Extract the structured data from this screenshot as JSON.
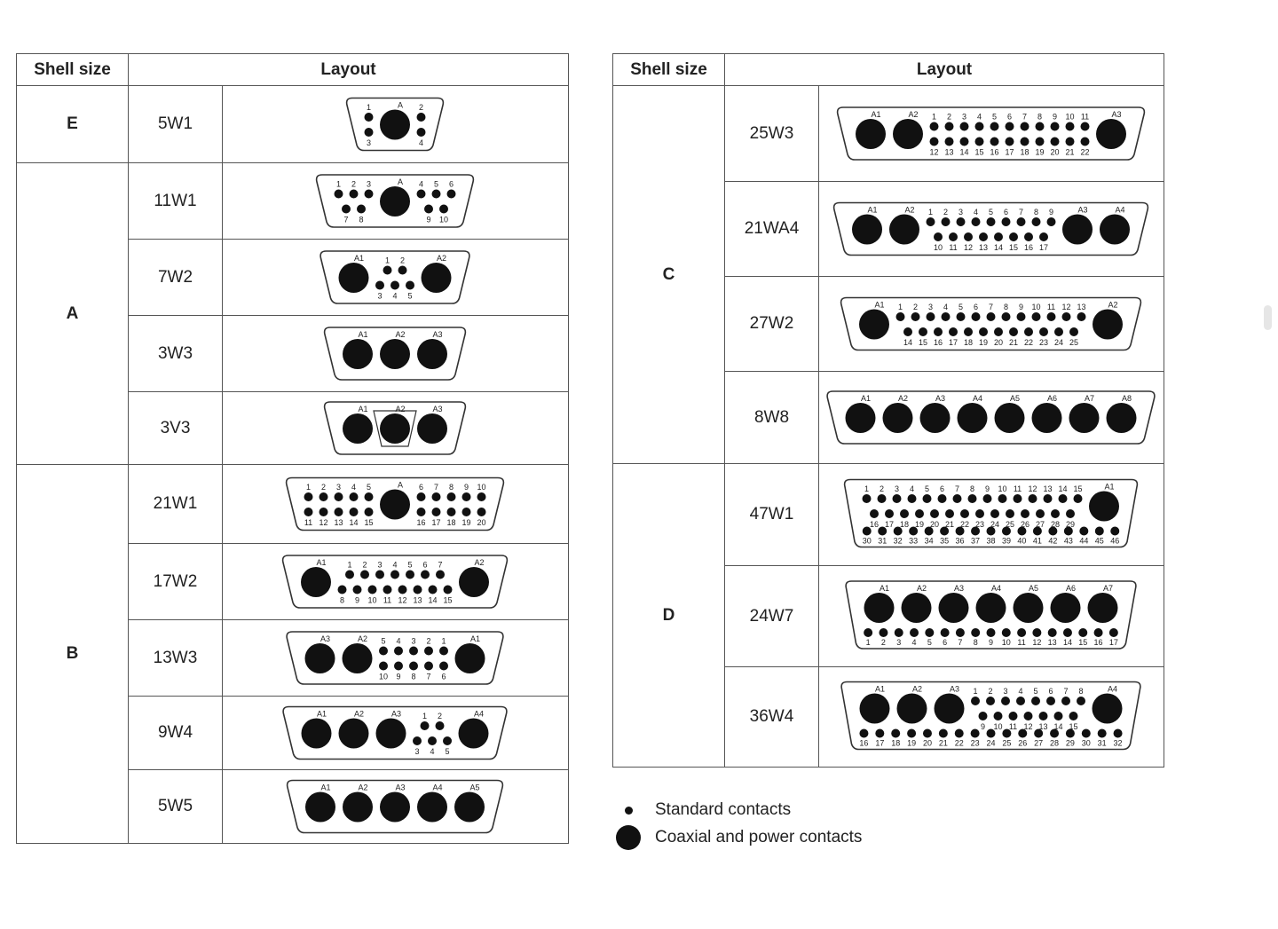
{
  "left_table": {
    "headers": [
      "Shell size",
      "Layout"
    ],
    "groups": [
      {
        "shell": "E",
        "layouts": [
          {
            "name": "5W1",
            "segments": [
              {
                "pins": [
                  [
                    "1"
                  ],
                  [
                    "3"
                  ]
                ]
              },
              {
                "coax": "A"
              },
              {
                "pins": [
                  [
                    "2"
                  ],
                  [
                    "4"
                  ]
                ]
              }
            ]
          }
        ]
      },
      {
        "shell": "A",
        "layouts": [
          {
            "name": "11W1",
            "segments": [
              {
                "pins": [
                  [
                    "1",
                    "2",
                    "3"
                  ],
                  [
                    "7",
                    "8"
                  ]
                ]
              },
              {
                "coax": "A"
              },
              {
                "pins": [
                  [
                    "4",
                    "5",
                    "6"
                  ],
                  [
                    "9",
                    "10"
                  ]
                ]
              }
            ]
          },
          {
            "name": "7W2",
            "segments": [
              {
                "coax": "A1"
              },
              {
                "pins": [
                  [
                    "1",
                    "2"
                  ],
                  [
                    "3",
                    "4",
                    "5"
                  ]
                ]
              },
              {
                "coax": "A2"
              }
            ]
          },
          {
            "name": "3W3",
            "segments": [
              {
                "coax": "A1"
              },
              {
                "coax": "A2"
              },
              {
                "coax": "A3"
              }
            ]
          },
          {
            "name": "3V3",
            "variant": "V",
            "segments": [
              {
                "coax": "A1"
              },
              {
                "coax": "A2"
              },
              {
                "coax": "A3"
              }
            ]
          }
        ]
      },
      {
        "shell": "B",
        "layouts": [
          {
            "name": "21W1",
            "segments": [
              {
                "pins": [
                  [
                    "1",
                    "2",
                    "3",
                    "4",
                    "5"
                  ],
                  [
                    "11",
                    "12",
                    "13",
                    "14",
                    "15"
                  ]
                ]
              },
              {
                "coax": "A"
              },
              {
                "pins": [
                  [
                    "6",
                    "7",
                    "8",
                    "9",
                    "10"
                  ],
                  [
                    "16",
                    "17",
                    "18",
                    "19",
                    "20"
                  ]
                ]
              }
            ]
          },
          {
            "name": "17W2",
            "segments": [
              {
                "coax": "A1"
              },
              {
                "pins": [
                  [
                    "1",
                    "2",
                    "3",
                    "4",
                    "5",
                    "6",
                    "7"
                  ],
                  [
                    "8",
                    "9",
                    "10",
                    "11",
                    "12",
                    "13",
                    "14",
                    "15"
                  ]
                ]
              },
              {
                "coax": "A2"
              }
            ]
          },
          {
            "name": "13W3",
            "segments": [
              {
                "coax": "A3"
              },
              {
                "coax": "A2"
              },
              {
                "pins": [
                  [
                    "5",
                    "4",
                    "3",
                    "2",
                    "1"
                  ],
                  [
                    "10",
                    "9",
                    "8",
                    "7",
                    "6"
                  ]
                ]
              },
              {
                "coax": "A1"
              }
            ]
          },
          {
            "name": "9W4",
            "segments": [
              {
                "coax": "A1"
              },
              {
                "coax": "A2"
              },
              {
                "coax": "A3"
              },
              {
                "pins": [
                  [
                    "1",
                    "2"
                  ],
                  [
                    "3",
                    "4",
                    "5"
                  ]
                ]
              },
              {
                "coax": "A4"
              }
            ]
          },
          {
            "name": "5W5",
            "segments": [
              {
                "coax": "A1"
              },
              {
                "coax": "A2"
              },
              {
                "coax": "A3"
              },
              {
                "coax": "A4"
              },
              {
                "coax": "A5"
              }
            ]
          }
        ]
      }
    ]
  },
  "right_table": {
    "headers": [
      "Shell size",
      "Layout"
    ],
    "groups": [
      {
        "shell": "C",
        "layouts": [
          {
            "name": "25W3",
            "segments": [
              {
                "coax": "A1"
              },
              {
                "coax": "A2"
              },
              {
                "pins": [
                  [
                    "1",
                    "2",
                    "3",
                    "4",
                    "5",
                    "6",
                    "7",
                    "8",
                    "9",
                    "10",
                    "11"
                  ],
                  [
                    "12",
                    "13",
                    "14",
                    "15",
                    "16",
                    "17",
                    "18",
                    "19",
                    "20",
                    "21",
                    "22"
                  ]
                ]
              },
              {
                "coax": "A3"
              }
            ]
          },
          {
            "name": "21WA4",
            "segments": [
              {
                "coax": "A1"
              },
              {
                "coax": "A2"
              },
              {
                "pins": [
                  [
                    "1",
                    "2",
                    "3",
                    "4",
                    "5",
                    "6",
                    "7",
                    "8",
                    "9"
                  ],
                  [
                    "10",
                    "11",
                    "12",
                    "13",
                    "14",
                    "15",
                    "16",
                    "17"
                  ]
                ]
              },
              {
                "coax": "A3"
              },
              {
                "coax": "A4"
              }
            ]
          },
          {
            "name": "27W2",
            "segments": [
              {
                "coax": "A1"
              },
              {
                "pins": [
                  [
                    "1",
                    "2",
                    "3",
                    "4",
                    "5",
                    "6",
                    "7",
                    "8",
                    "9",
                    "10",
                    "11",
                    "12",
                    "13"
                  ],
                  [
                    "14",
                    "15",
                    "16",
                    "17",
                    "18",
                    "19",
                    "20",
                    "21",
                    "22",
                    "23",
                    "24",
                    "25"
                  ]
                ]
              },
              {
                "coax": "A2"
              }
            ]
          },
          {
            "name": "8W8",
            "segments": [
              {
                "coax": "A1"
              },
              {
                "coax": "A2"
              },
              {
                "coax": "A3"
              },
              {
                "coax": "A4"
              },
              {
                "coax": "A5"
              },
              {
                "coax": "A6"
              },
              {
                "coax": "A7"
              },
              {
                "coax": "A8"
              }
            ]
          }
        ]
      },
      {
        "shell": "D",
        "layouts": [
          {
            "name": "47W1",
            "segments": [
              {
                "pins": [
                  [
                    "1",
                    "2",
                    "3",
                    "4",
                    "5",
                    "6",
                    "7",
                    "8",
                    "9",
                    "10",
                    "11",
                    "12",
                    "13",
                    "14",
                    "15"
                  ],
                  [
                    "16",
                    "17",
                    "18",
                    "19",
                    "20",
                    "21",
                    "22",
                    "23",
                    "24",
                    "25",
                    "26",
                    "27",
                    "28",
                    "29"
                  ]
                ]
              },
              {
                "coax": "A1"
              }
            ],
            "bottom": [
              "30",
              "31",
              "32",
              "33",
              "34",
              "35",
              "36",
              "37",
              "38",
              "39",
              "40",
              "41",
              "42",
              "43",
              "44",
              "45",
              "46"
            ]
          },
          {
            "name": "24W7",
            "segments": [
              {
                "coax": "A1"
              },
              {
                "coax": "A2"
              },
              {
                "coax": "A3"
              },
              {
                "coax": "A4"
              },
              {
                "coax": "A5"
              },
              {
                "coax": "A6"
              },
              {
                "coax": "A7"
              }
            ],
            "bottom": [
              "1",
              "2",
              "3",
              "4",
              "5",
              "6",
              "7",
              "8",
              "9",
              "10",
              "11",
              "12",
              "13",
              "14",
              "15",
              "16",
              "17"
            ]
          },
          {
            "name": "36W4",
            "segments": [
              {
                "coax": "A1"
              },
              {
                "coax": "A2"
              },
              {
                "coax": "A3"
              },
              {
                "pins": [
                  [
                    "1",
                    "2",
                    "3",
                    "4",
                    "5",
                    "6",
                    "7",
                    "8"
                  ],
                  [
                    "9",
                    "10",
                    "11",
                    "12",
                    "13",
                    "14",
                    "15"
                  ]
                ]
              },
              {
                "coax": "A4"
              }
            ],
            "bottom": [
              "16",
              "17",
              "18",
              "19",
              "20",
              "21",
              "22",
              "23",
              "24",
              "25",
              "26",
              "27",
              "28",
              "29",
              "30",
              "31",
              "32"
            ]
          }
        ]
      }
    ]
  },
  "legend": {
    "standard": "Standard contacts",
    "coaxial": "Coaxial and power contacts"
  }
}
